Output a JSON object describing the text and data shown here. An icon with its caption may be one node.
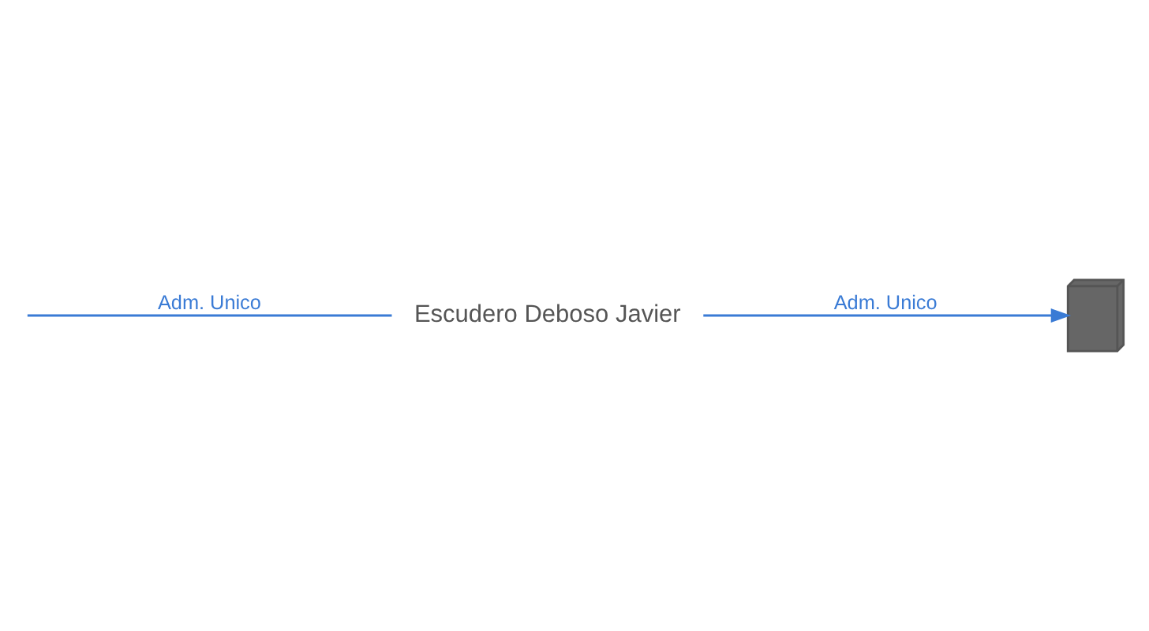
{
  "diagram": {
    "nodes": [
      {
        "text": [],
        "shape": "building"
      },
      {
        "text": [
          "Escudero Deboso Javier"
        ]
      }
    ],
    "edges": [
      {
        "from": null,
        "to": 1,
        "arrow": "none",
        "label": "Adm. Unico"
      },
      {
        "from": 1,
        "to": 0,
        "arrow": "to",
        "label": "Adm. Unico"
      }
    ]
  }
}
